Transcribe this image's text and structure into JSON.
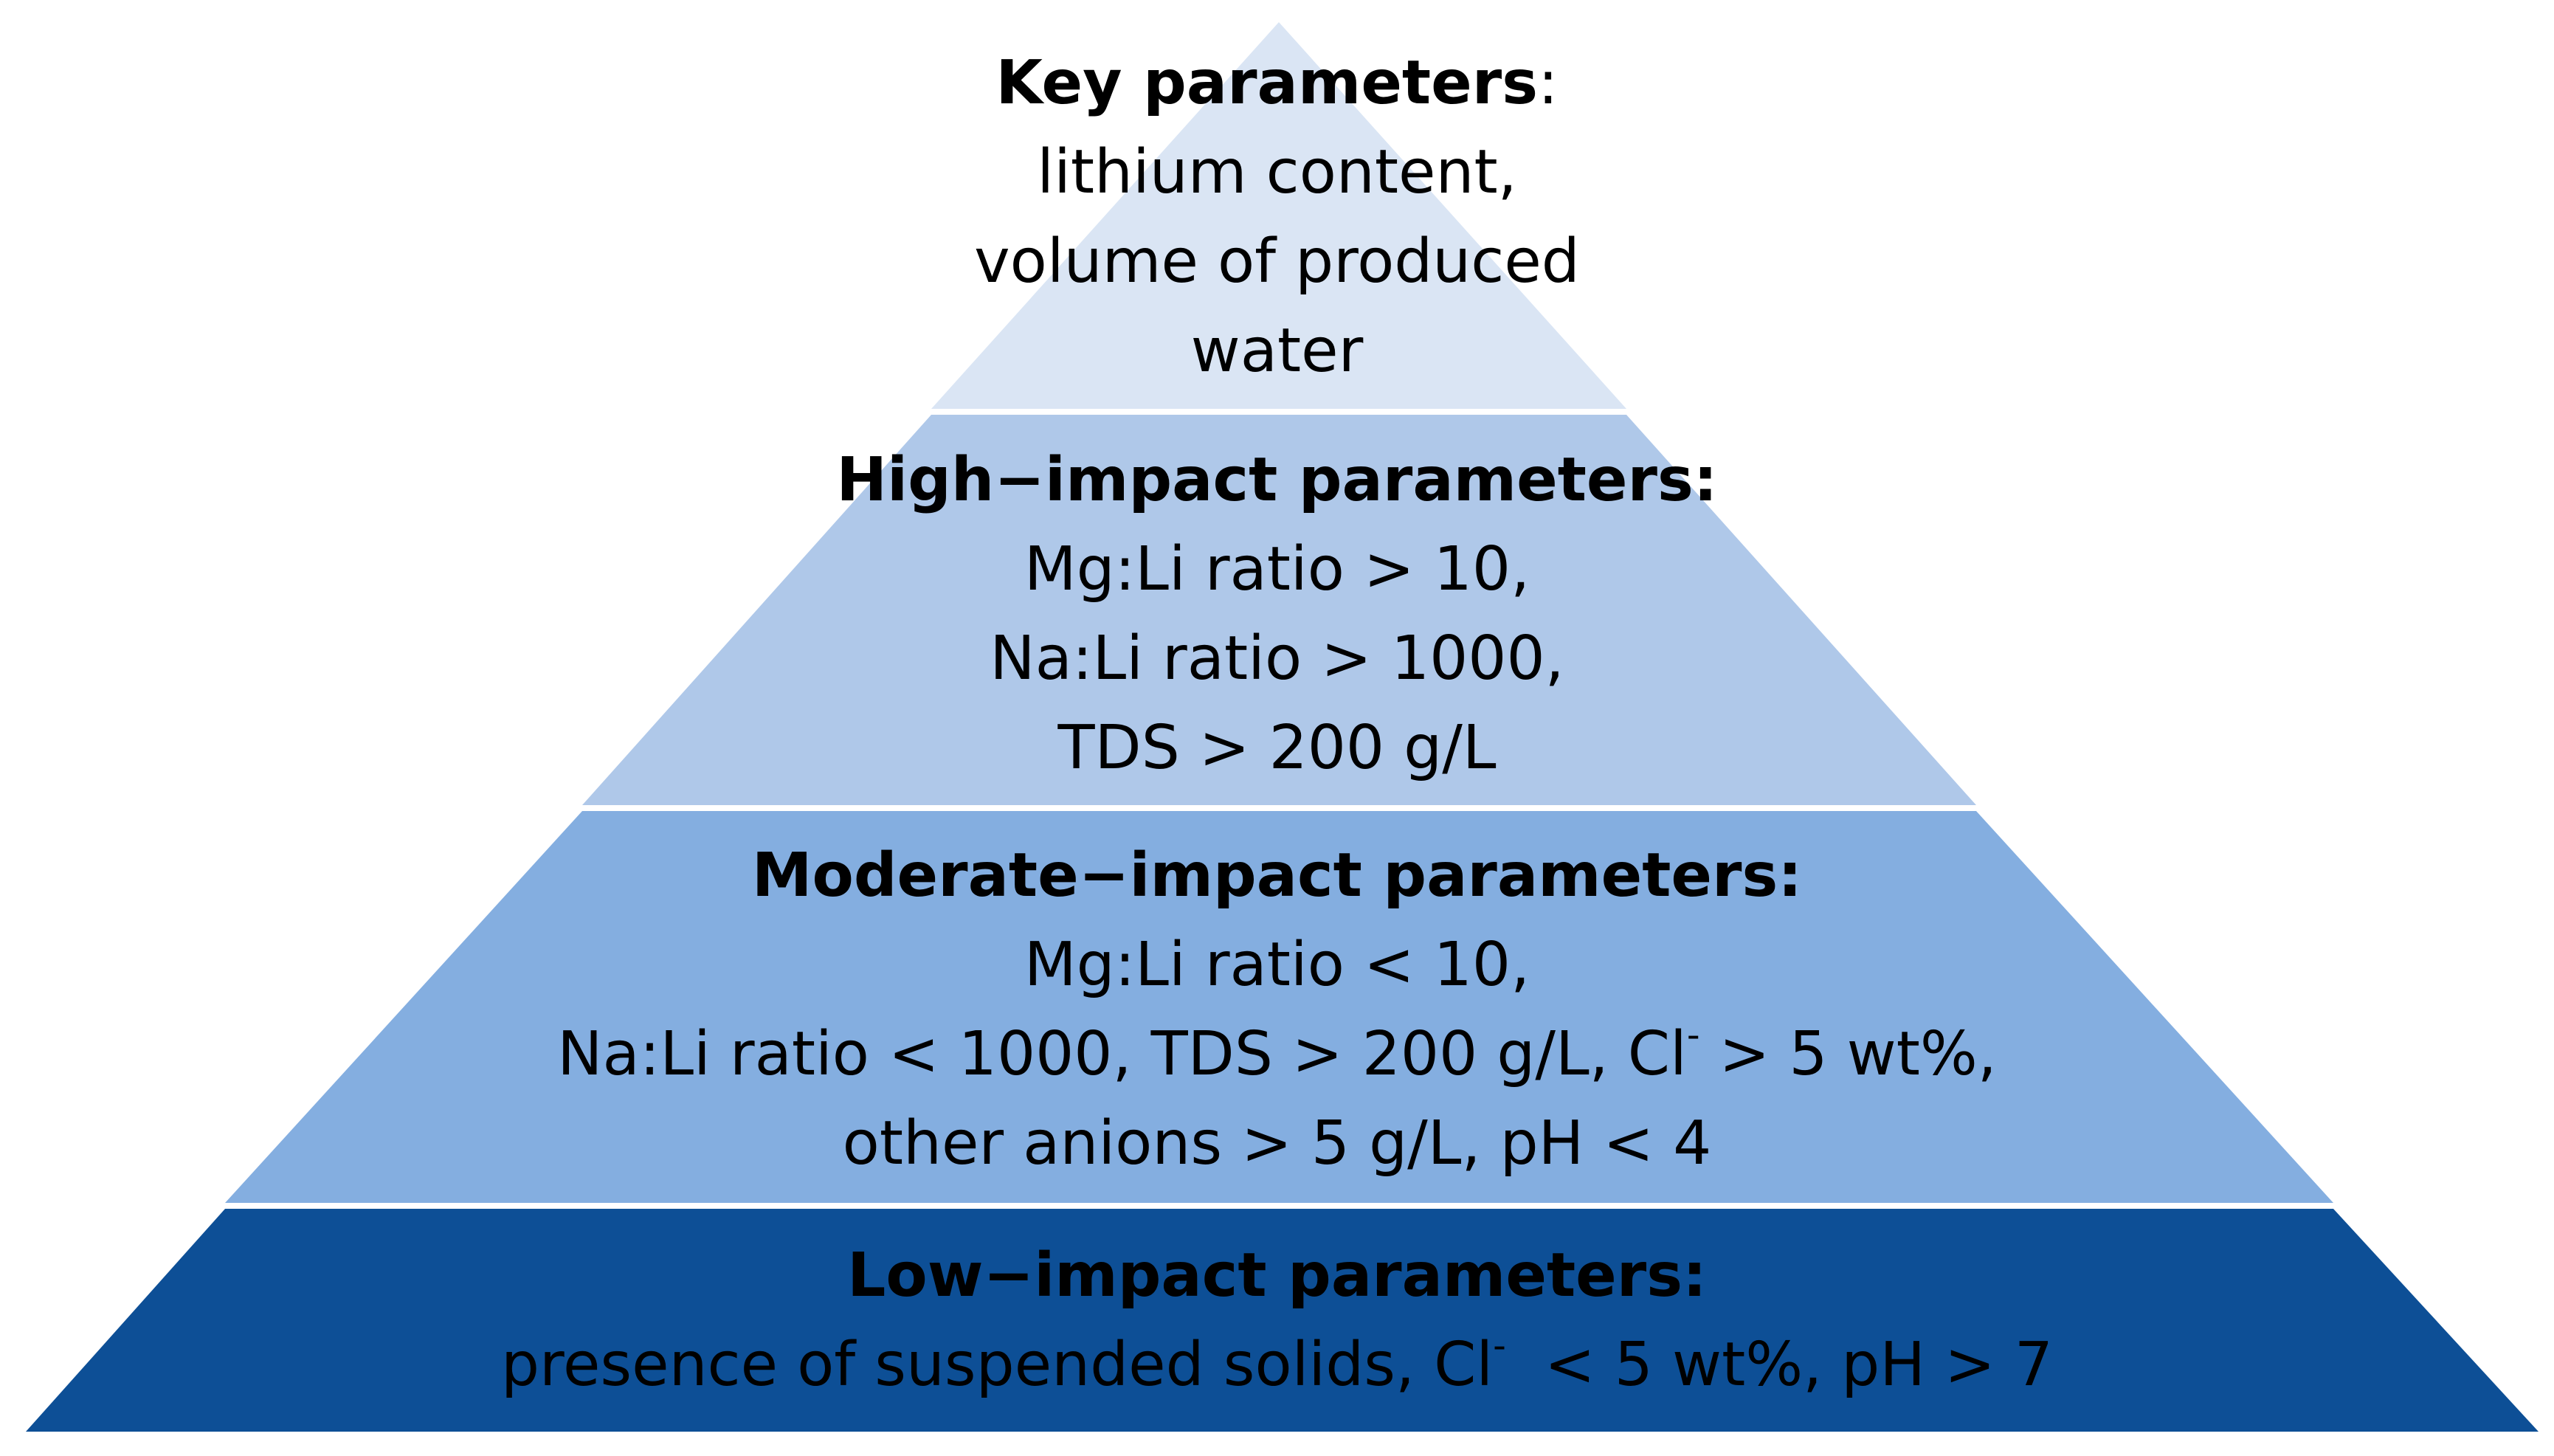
{
  "colors": {
    "tier_key": "#dae5f4",
    "tier_high": "#afc8e9",
    "tier_moderate": "#84aee0",
    "tier_low": "#0d4f96",
    "separator": "#ffffff",
    "text": "#000000"
  },
  "tiers": {
    "key": {
      "heading": "Key parameters",
      "heading_suffix": ":",
      "lines": [
        "lithium content,",
        "volume of produced",
        "water"
      ]
    },
    "high": {
      "heading": "High−impact parameters:",
      "lines": [
        "Mg:Li ratio > 10,",
        "Na:Li ratio > 1000,",
        "TDS > 200 g/L"
      ]
    },
    "moderate": {
      "heading": "Moderate−impact parameters:",
      "line1": "Mg:Li ratio < 10,",
      "line2_before": "Na:Li ratio < 1000, TDS > 200 g/L, Cl",
      "line2_sup": "-",
      "line2_after": " > 5 wt%,",
      "line3": "other anions > 5 g/L, pH < 4"
    },
    "low": {
      "heading": "Low−impact parameters:",
      "line_before": "presence of suspended solids, Cl",
      "line_sup": "-",
      "line_after": "  < 5 wt%, pH > 7"
    }
  }
}
